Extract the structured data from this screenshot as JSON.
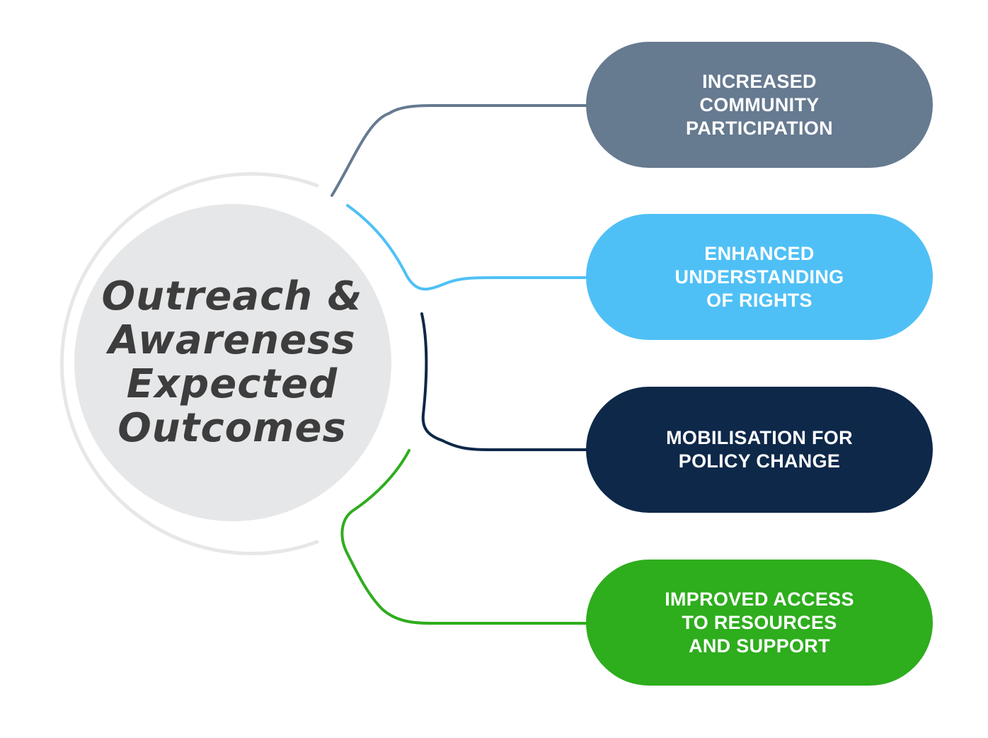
{
  "center": {
    "title": "Outreach &\nAwareness\nExpected\nOutcomes",
    "fill_color": "#e6e7e9",
    "ring_color": "#e6e7e9"
  },
  "outcomes": [
    {
      "label": "INCREASED\nCOMMUNITY\nPARTICIPATION",
      "color": "#667a90"
    },
    {
      "label": "ENHANCED\nUNDERSTANDING\nOF RIGHTS",
      "color": "#4fc0f6"
    },
    {
      "label": "MOBILISATION FOR\nPOLICY CHANGE",
      "color": "#0d2849"
    },
    {
      "label": "IMPROVED ACCESS\nTO RESOURCES\nAND SUPPORT",
      "color": "#2ead1d"
    }
  ]
}
